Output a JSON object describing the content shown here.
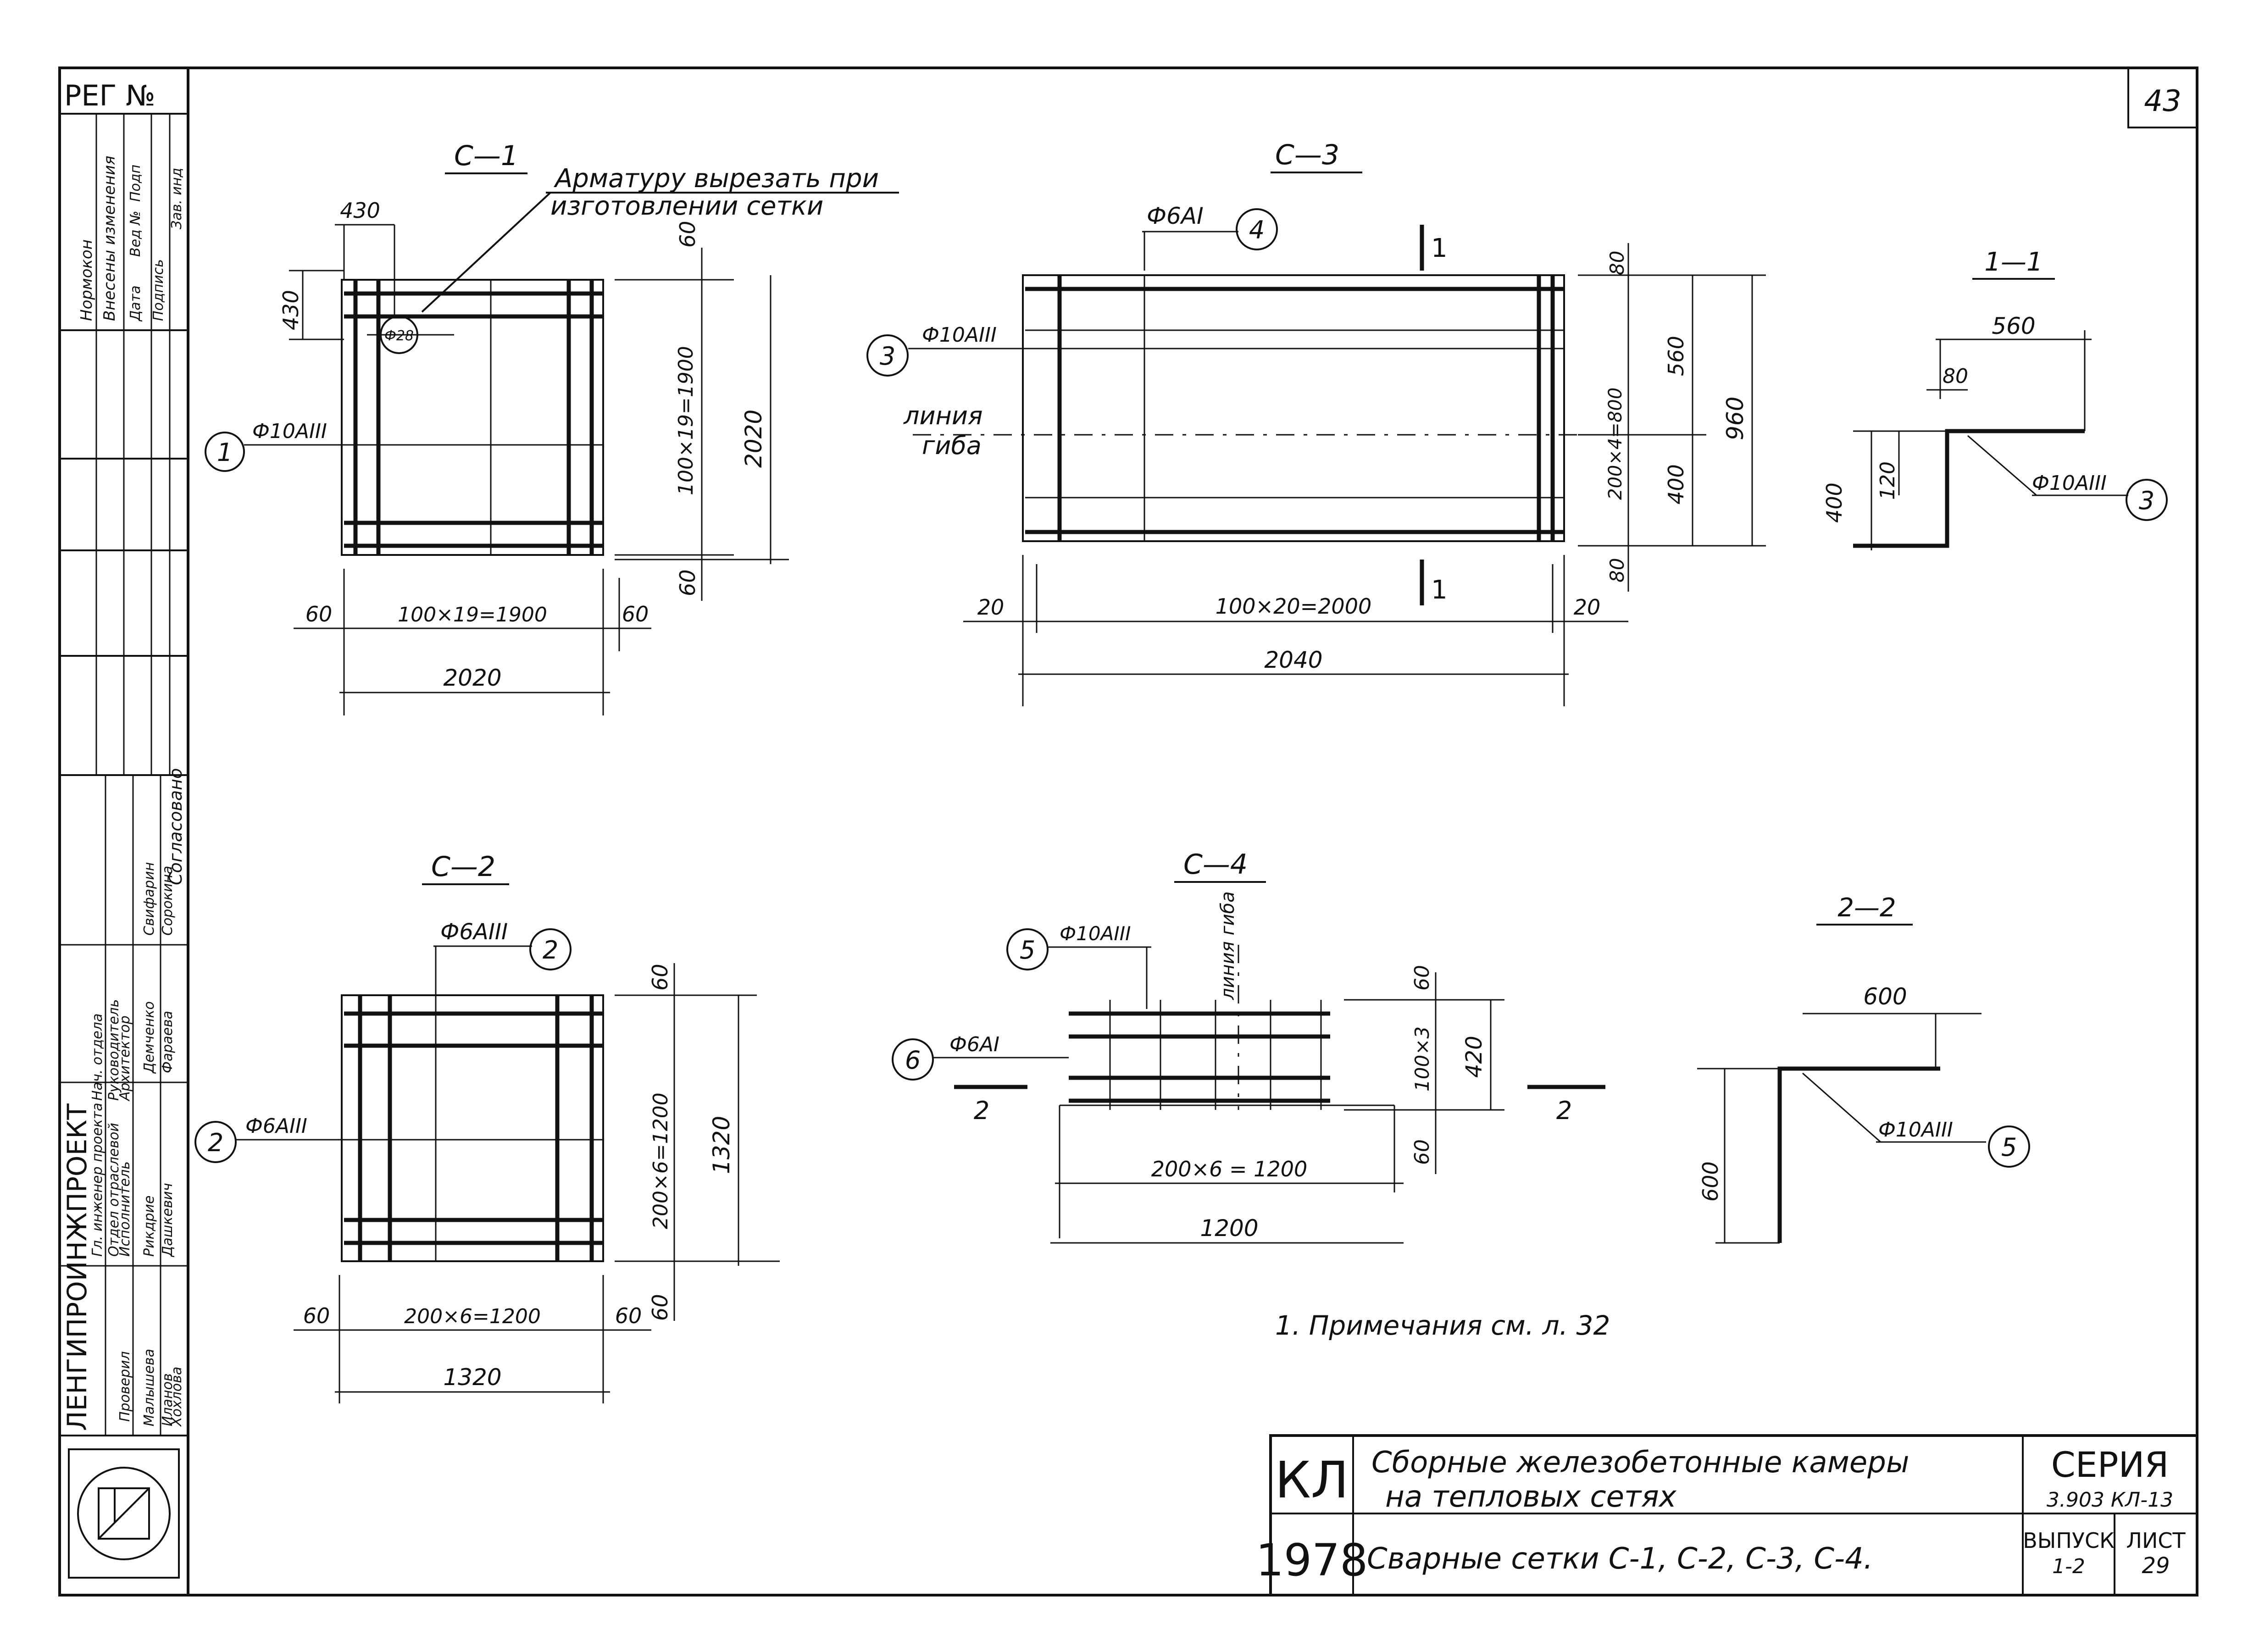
{
  "sheet_number": "43",
  "registry": "РЕГ №",
  "side_stamp": {
    "org": "ЛЕНГИПРОИНЖПРОЕКТ",
    "agreed": "Согласовано",
    "changes_header": [
      "Нормокон",
      "Внесены изменения",
      "Дата",
      "Вед №",
      "Подп",
      "Подпись",
      "Зав. инд"
    ],
    "roles": [
      "Нач. отдела",
      "Гл. инженер проекта",
      "Руководитель",
      "Отдел отраслевой",
      "Архитектор",
      "Исполнитель",
      "Проверил"
    ],
    "names": [
      "Свифарин",
      "Сорокина",
      "Демченко",
      "Фараева",
      "Рикдрие",
      "Дашкевич",
      "Малышева",
      "Иланов",
      "Хохлова"
    ]
  },
  "views": {
    "c1": {
      "title": "С—1",
      "note_line1": "Арматуру вырезать при",
      "note_line2": "изготовлении сетки",
      "mark_label": "Ф10АIII",
      "mark_no": "1",
      "hole": "Ф28",
      "dims": {
        "top": "430",
        "left": "430",
        "h_bars": "100×19=1900",
        "h_total": "2020",
        "h_end_l": "60",
        "h_end_r": "60",
        "v_bars": "100×19=1900",
        "v_total": "2020",
        "v_end_t": "60",
        "v_end_b": "60"
      }
    },
    "c3": {
      "title": "С—3",
      "mark4_label": "Ф6АI",
      "mark4_no": "4",
      "mark3_label": "Ф10АIII",
      "mark3_no": "3",
      "bend_line_1": "линия",
      "bend_line_2": "гиба",
      "section_mark": "1",
      "dims": {
        "h_end_l": "20",
        "h_bars": "100×20=2000",
        "h_end_r": "20",
        "h_total": "2040",
        "v_top": "80",
        "v_bars": "200×4=800",
        "v_bottom": "80",
        "v_upper": "560",
        "v_lower": "400",
        "v_total": "960"
      }
    },
    "s11": {
      "title": "1—1",
      "dims": {
        "top": "560",
        "offset": "80",
        "inner": "120",
        "height": "400"
      },
      "mark_label": "Ф10АIII",
      "mark_no": "3"
    },
    "c2": {
      "title": "С—2",
      "mark_top_label": "Ф6АIII",
      "mark_top_no": "2",
      "mark_left_label": "Ф6АIII",
      "mark_left_no": "2",
      "dims": {
        "h_end_l": "60",
        "h_bars": "200×6=1200",
        "h_end_r": "60",
        "h_total": "1320",
        "v_end_t": "60",
        "v_bars": "200×6=1200",
        "v_end_b": "60",
        "v_total": "1320"
      }
    },
    "c4": {
      "title": "С—4",
      "mark5_label": "Ф10АIII",
      "mark5_no": "5",
      "mark6_label": "Ф6АI",
      "mark6_no": "6",
      "section_mark": "2",
      "bend_line": "линия гиба",
      "dims": {
        "v_end_t": "60",
        "v_bars": "100×3",
        "v_end_b": "60",
        "v_total": "420",
        "h_bars": "200×6 = 1200",
        "h_total": "1200"
      }
    },
    "s22": {
      "title": "2—2",
      "dims": {
        "top": "600",
        "height": "600"
      },
      "mark_label": "Ф10АIII",
      "mark_no": "5"
    }
  },
  "note": "1. Примечания см. л. 32",
  "title_block": {
    "code": "КЛ",
    "year": "1978",
    "title_line1": "Сборные железобетонные камеры",
    "title_line2": "на тепловых сетях",
    "subtitle": "Сварные сетки С-1, С-2, С-3, С-4.",
    "series_label": "СЕРИЯ",
    "series_value": "3.903 КЛ-13",
    "issue_label": "ВЫПУСК",
    "issue_value": "1-2",
    "sheet_label": "ЛИСТ",
    "sheet_value": "29"
  }
}
